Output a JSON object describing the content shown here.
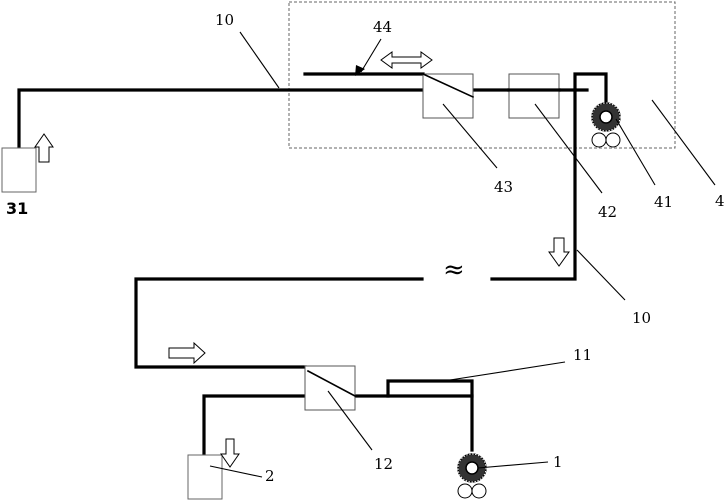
{
  "labels": {
    "pipeline_top": "10",
    "pipeline_right": "10",
    "module": "4",
    "roller_top": "41",
    "unit_42": "42",
    "unit_43": "43",
    "sleeve": "44",
    "container_top": "31",
    "branch": "11",
    "unit_12": "12",
    "container_bottom": "2",
    "roller_bottom": "1"
  },
  "symbols": {
    "break": "≈"
  }
}
